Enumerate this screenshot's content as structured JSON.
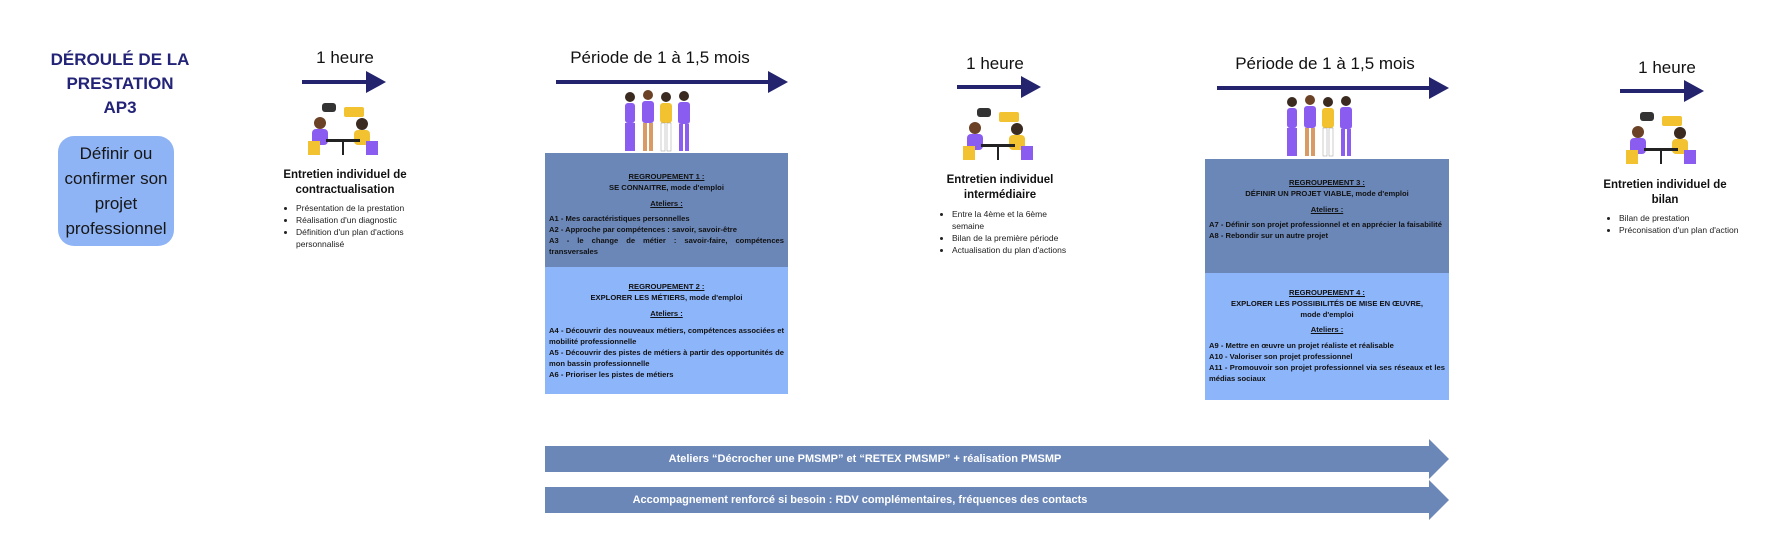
{
  "title_lines": [
    "DÉROULÉ DE LA",
    "PRESTATION",
    "AP3"
  ],
  "goal_lines": [
    "Définir ou",
    "confirmer son",
    "projet",
    "professionnel"
  ],
  "durations": {
    "d1": "1 heure",
    "d2": "Période de 1 à 1,5 mois",
    "d3": "1 heure",
    "d4": "Période de 1 à 1,5 mois",
    "d5": "1 heure"
  },
  "entretien1": {
    "title_lines": [
      "Entretien individuel de",
      "contractualisation"
    ],
    "bullets": [
      "Présentation de la prestation",
      "Réalisation d'un diagnostic",
      "Définition d'un plan d'actions personnalisé"
    ]
  },
  "entretien2": {
    "title_lines": [
      "Entretien individuel",
      "intermédiaire"
    ],
    "bullets": [
      "Entre la 4ème et la 6ème semaine",
      "Bilan de la première période",
      "Actualisation du plan d'actions"
    ]
  },
  "entretien3": {
    "title_lines": [
      "Entretien individuel de",
      "bilan"
    ],
    "bullets": [
      "Bilan de prestation",
      "Préconisation d'un plan d'action"
    ]
  },
  "reg1": {
    "heading": "REGROUPEMENT 1 :",
    "subtitle": "SE CONNAITRE, mode d'emploi",
    "ateliers": "Ateliers :",
    "items": [
      "A1 - Mes caractéristiques personnelles",
      "A2 - Approche par compétences : savoir, savoir-être",
      "A3 - le change de métier : savoir-faire, compétences transversales"
    ]
  },
  "reg2": {
    "heading": "REGROUPEMENT 2 :",
    "subtitle": "EXPLORER LES MÉTIERS, mode d'emploi",
    "ateliers": "Ateliers :",
    "items": [
      "A4 - Découvrir des nouveaux métiers, compétences associées et mobilité professionnelle",
      "A5 - Découvrir des pistes de métiers à partir des opportunités de mon bassin professionnelle",
      "A6 - Prioriser les pistes de métiers"
    ]
  },
  "reg3": {
    "heading": "REGROUPEMENT 3 :",
    "subtitle": "DÉFINIR UN PROJET VIABLE, mode d'emploi",
    "ateliers": "Ateliers :",
    "items": [
      "A7 - Définir son projet professionnel et en apprécier la faisabilité",
      "A8 - Rebondir sur un autre projet"
    ]
  },
  "reg4": {
    "heading": "REGROUPEMENT 4 :",
    "subtitle_lines": [
      "EXPLORER LES POSSIBILITÉS DE MISE EN ŒUVRE,",
      "mode d'emploi"
    ],
    "ateliers": "Ateliers :",
    "items": [
      "A9 - Mettre en œuvre un projet réaliste et réalisable",
      "A10 - Valoriser son projet professionnel",
      "A11 - Promouvoir son projet professionnel via ses réseaux et les médias sociaux"
    ]
  },
  "band1": "Ateliers “Décrocher une PMSMP” et “RETEX PMSMP” + réalisation PMSMP",
  "band2": "Accompagnement renforcé si besoin : RDV complémentaires, fréquences des contacts",
  "colors": {
    "navy": "#232378",
    "blob": "#8fb4f5",
    "box_dark": "#6b87b8",
    "box_light": "#8db5fa",
    "band": "#6b87b8",
    "purple": "#8a5cf0",
    "yellow": "#f2c230"
  },
  "icons": {
    "meeting": "meeting-illustration-icon",
    "group": "group-illustration-icon"
  }
}
